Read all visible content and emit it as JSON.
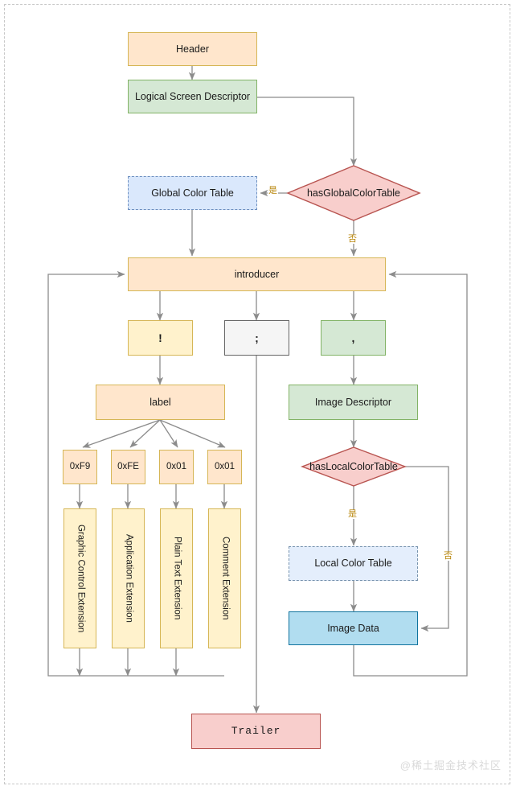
{
  "diagram": {
    "title": "GIF file structure flowchart",
    "watermark": "@稀土掘金技术社区",
    "colors": {
      "orange_fill": "#ffe6cc",
      "orange_stroke": "#d6b656",
      "green_fill": "#d5e8d4",
      "green_stroke": "#82b366",
      "blue_fill": "#dae8fc",
      "blue_stroke": "#6c8ebf",
      "yellow_fill": "#fff2cc",
      "gray_fill": "#f5f5f5",
      "gray_stroke": "#666666",
      "cyan_fill": "#b1ddf0",
      "cyan_stroke": "#10739e",
      "red_fill": "#f8cecc",
      "red_stroke": "#b85450",
      "edge_stroke": "#8c8c8c",
      "edge_label": "#b8860b"
    },
    "nodes": {
      "header": "Header",
      "logical_screen_descriptor": "Logical Screen Descriptor",
      "global_color_table": "Global Color Table",
      "has_global_color_table": "hasGlobalColorTable",
      "introducer": "introducer",
      "sym_exclaim": "!",
      "sym_semicolon": ";",
      "sym_comma": ",",
      "label": "label",
      "hex_f9": "0xF9",
      "hex_fe": "0xFE",
      "hex_01_a": "0x01",
      "hex_01_b": "0x01",
      "graphic_control_extension": "Graphic Control Extension",
      "application_extension": "Application Extension",
      "plain_text_extension": "Plain Text Extension",
      "comment_extension": "Comment Extension",
      "image_descriptor": "Image Descriptor",
      "has_local_color_table": "hasLocalColorTable",
      "local_color_table": "Local Color Table",
      "image_data": "Image Data",
      "trailer": "Trailer"
    },
    "edge_labels": {
      "gct_yes": "是",
      "gct_no": "否",
      "lct_yes": "是",
      "lct_no": "否"
    }
  }
}
